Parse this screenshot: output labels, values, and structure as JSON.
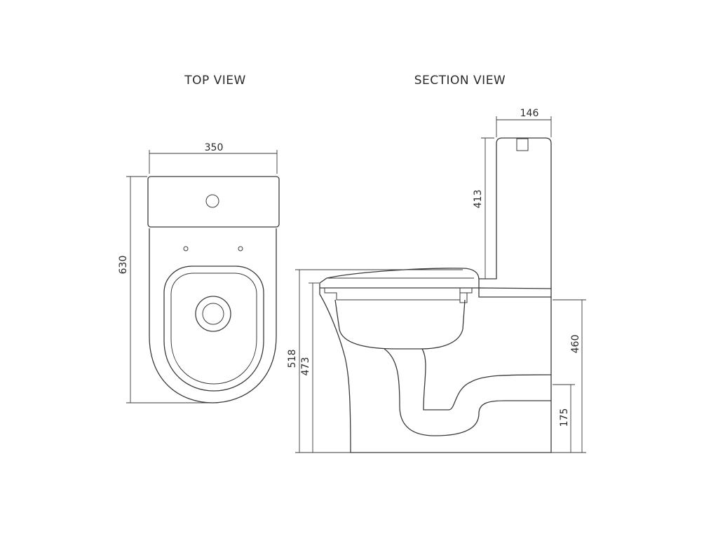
{
  "titles": {
    "top_view": "TOP VIEW",
    "section_view": "SECTION VIEW"
  },
  "dimensions": {
    "top_width": "350",
    "top_length": "630",
    "tank_depth": "146",
    "tank_height": "413",
    "overall_height": "518",
    "seat_height": "473",
    "inlet_height": "460",
    "outlet_height": "175"
  }
}
